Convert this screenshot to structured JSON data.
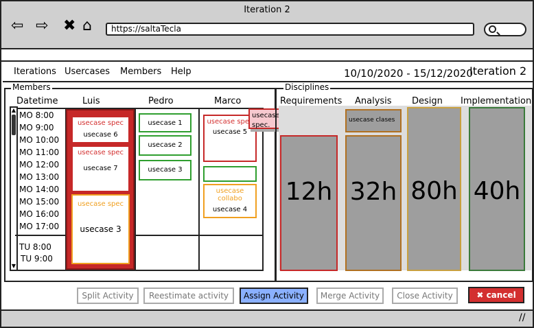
{
  "window": {
    "title": "Iteration 2"
  },
  "browser": {
    "url": "https://saltaTecla"
  },
  "menu": {
    "items": [
      "Iterations",
      "Usercases",
      "Members",
      "Help"
    ]
  },
  "iteration": {
    "dates": "10/10/2020 - 15/12/2020",
    "name": "Iteration 2"
  },
  "members": {
    "label": "Members",
    "headers": [
      "Datetime",
      "Luis",
      "Pedro",
      "Marco"
    ],
    "times_mo": [
      "MO 8:00",
      "MO 9:00",
      "MO 10:00",
      "MO 11:00",
      "MO 12:00",
      "MO 13:00",
      "MO 14:00",
      "MO 15:00",
      "MO 16:00",
      "MO 17:00"
    ],
    "times_tu": [
      "TU 8:00",
      "TU 9:00"
    ]
  },
  "cards": {
    "luis1": {
      "type": "usecase spec",
      "name": "usecase 6"
    },
    "luis2": {
      "type": "usecase spec",
      "name": "usecase 7"
    },
    "luis3": {
      "type": "usecase spec",
      "name": "usecase 3"
    },
    "pedro1": {
      "name": "usecase 1"
    },
    "pedro2": {
      "name": "usecase 2"
    },
    "pedro3": {
      "name": "usecase 3"
    },
    "marco1": {
      "type": "usecase spec",
      "name": "usecase 5"
    },
    "marco3": {
      "type": "usecase collabo",
      "name": "usecase 4"
    },
    "dragging": {
      "label": "usecase spec."
    }
  },
  "disciplines": {
    "label": "Disciplines",
    "items": [
      {
        "name": "Requirements",
        "hours": "12h",
        "color": "#c62828"
      },
      {
        "name": "Analysis",
        "hours": "32h",
        "color": "#b07020"
      },
      {
        "name": "Design",
        "hours": "80h",
        "color": "#c8a040"
      },
      {
        "name": "Implementation",
        "hours": "40h",
        "color": "#3a7a3a"
      }
    ],
    "analysis_tag": "usecase clases"
  },
  "buttons": {
    "split": "Split Activity",
    "reestimate": "Reestimate activity",
    "assign": "Assign Activity",
    "merge": "Merge Activity",
    "close": "Close Activity",
    "cancel": "cancel"
  },
  "colors": {
    "assign_bg": "#8ab0ff",
    "cancel_bg": "#d32f2f",
    "chrome": "#d0d0d0"
  }
}
